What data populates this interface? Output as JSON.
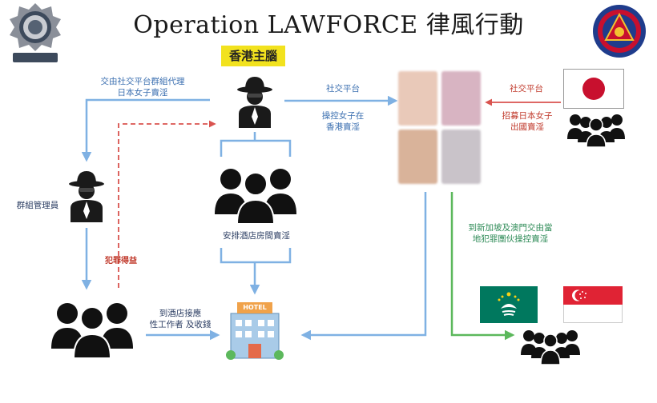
{
  "title": "Operation LAWFORCE 律風行動",
  "boss_label": "香港主腦",
  "labels": {
    "delegate": "交由社交平台群組代理\n日本女子賣淫",
    "social_platform_1": "社交平台",
    "control_hk": "操控女子在\n香港賣淫",
    "social_platform_2": "社交平台",
    "recruit_japan": "招募日本女子\n出國賣淫",
    "group_admin": "群組管理員",
    "crime_proceeds": "犯罪得益",
    "arrange_hotel": "安排酒店房間賣淫",
    "receive_workers": "到酒店接應\n性工作者 及收錢",
    "to_sg_macau": "到新加坡及澳門交由當\n地犯罪團伙操控賣淫"
  },
  "hotel_sign": "HOTEL",
  "icons": [
    "police-badge-icon",
    "customs-badge-icon",
    "mastermind-icon",
    "admin-icon",
    "team-icon",
    "hotel-icon",
    "japan-flag-icon",
    "macau-flag-icon",
    "singapore-flag-icon",
    "gang-icon"
  ],
  "colors": {
    "flow_blue": "#7fb1e3",
    "flow_red": "#d9534f",
    "flow_green": "#5cb85c",
    "label_yellow": "#f2e21e"
  }
}
